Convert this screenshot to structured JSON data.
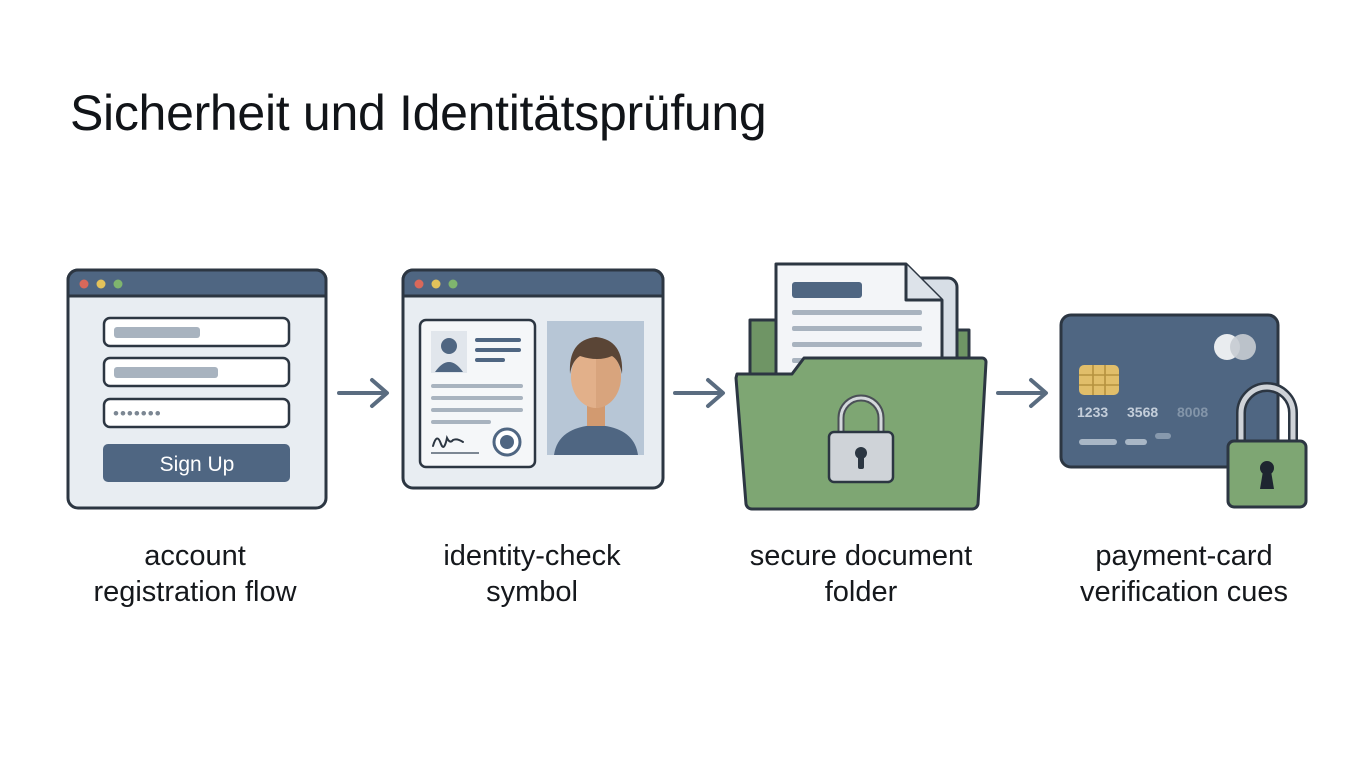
{
  "slide": {
    "title": "Sicherheit und Identitätsprüfung"
  },
  "steps": [
    {
      "icon": "registration-form-window-icon",
      "label_line1": "account",
      "label_line2": "registration flow",
      "button_label": "Sign Up",
      "password_mask": "•••••••"
    },
    {
      "icon": "id-card-with-photo-icon",
      "label_line1": "identity-check",
      "label_line2": "symbol"
    },
    {
      "icon": "locked-document-folder-icon",
      "label_line1": "secure document",
      "label_line2": "folder"
    },
    {
      "icon": "credit-card-with-padlock-icon",
      "label_line1": "payment-card",
      "label_line2": "verification cues",
      "card_number_group1": "1233",
      "card_number_group2": "3568",
      "card_number_group3": "8008"
    }
  ],
  "connectors": [
    "arrow-right-icon",
    "arrow-right-icon",
    "arrow-right-icon"
  ],
  "colors": {
    "slate": "#4f6682",
    "outline": "#2c3642",
    "panel": "#e6ebf1",
    "green": "#7ea673",
    "lock_gray": "#cfd3d8"
  }
}
